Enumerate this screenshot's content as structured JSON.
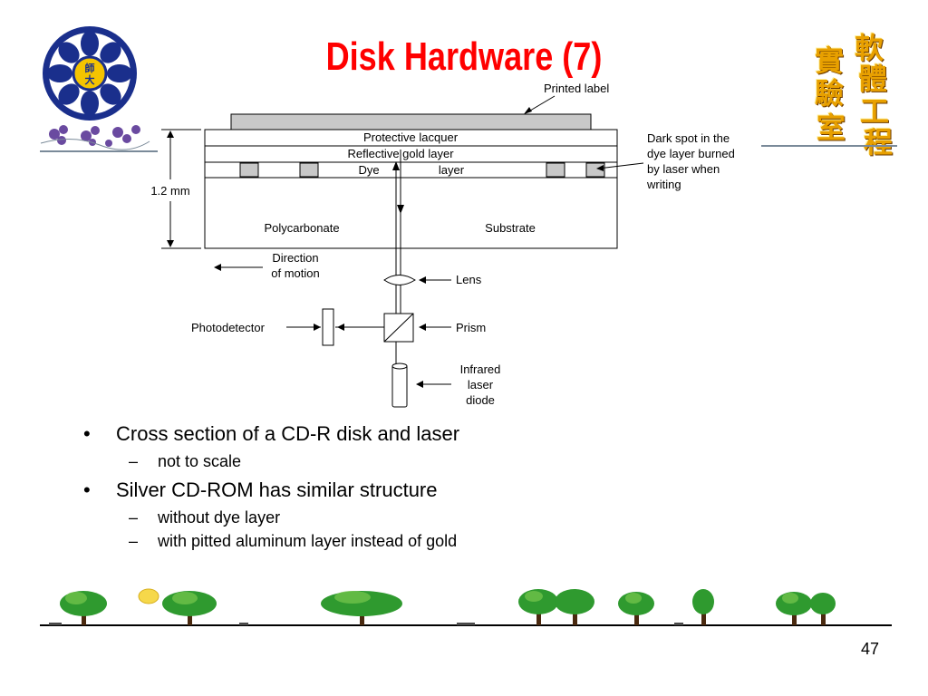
{
  "slide": {
    "title": "Disk Hardware (7)",
    "page_number": "47",
    "logo_text": "師大",
    "seal_chars": [
      "軟",
      "體",
      "工",
      "程",
      "實",
      "驗",
      "室"
    ]
  },
  "diagram": {
    "labels": {
      "printed_label": "Printed label",
      "protective_lacquer": "Protective lacquer",
      "reflective_gold": "Reflective gold layer",
      "dye": "Dye",
      "layer": "layer",
      "dark_spot": [
        "Dark spot in the",
        "dye layer burned",
        "by laser when",
        "writing"
      ],
      "thickness": "1.2 mm",
      "polycarbonate": "Polycarbonate",
      "substrate": "Substrate",
      "direction": [
        "Direction",
        "of motion"
      ],
      "lens": "Lens",
      "photodetector": "Photodetector",
      "prism": "Prism",
      "laser": [
        "Infrared",
        "laser",
        "diode"
      ]
    }
  },
  "bullets": [
    {
      "text": "Cross section of a CD-R disk and laser",
      "subs": [
        "not to scale"
      ]
    },
    {
      "text": "Silver CD-ROM has similar structure",
      "subs": [
        "without dye layer",
        "with pitted aluminum layer instead of gold"
      ]
    }
  ],
  "colors": {
    "title": "#ff0000",
    "seal": "#e8a000",
    "logo": "#1a2f8c"
  }
}
